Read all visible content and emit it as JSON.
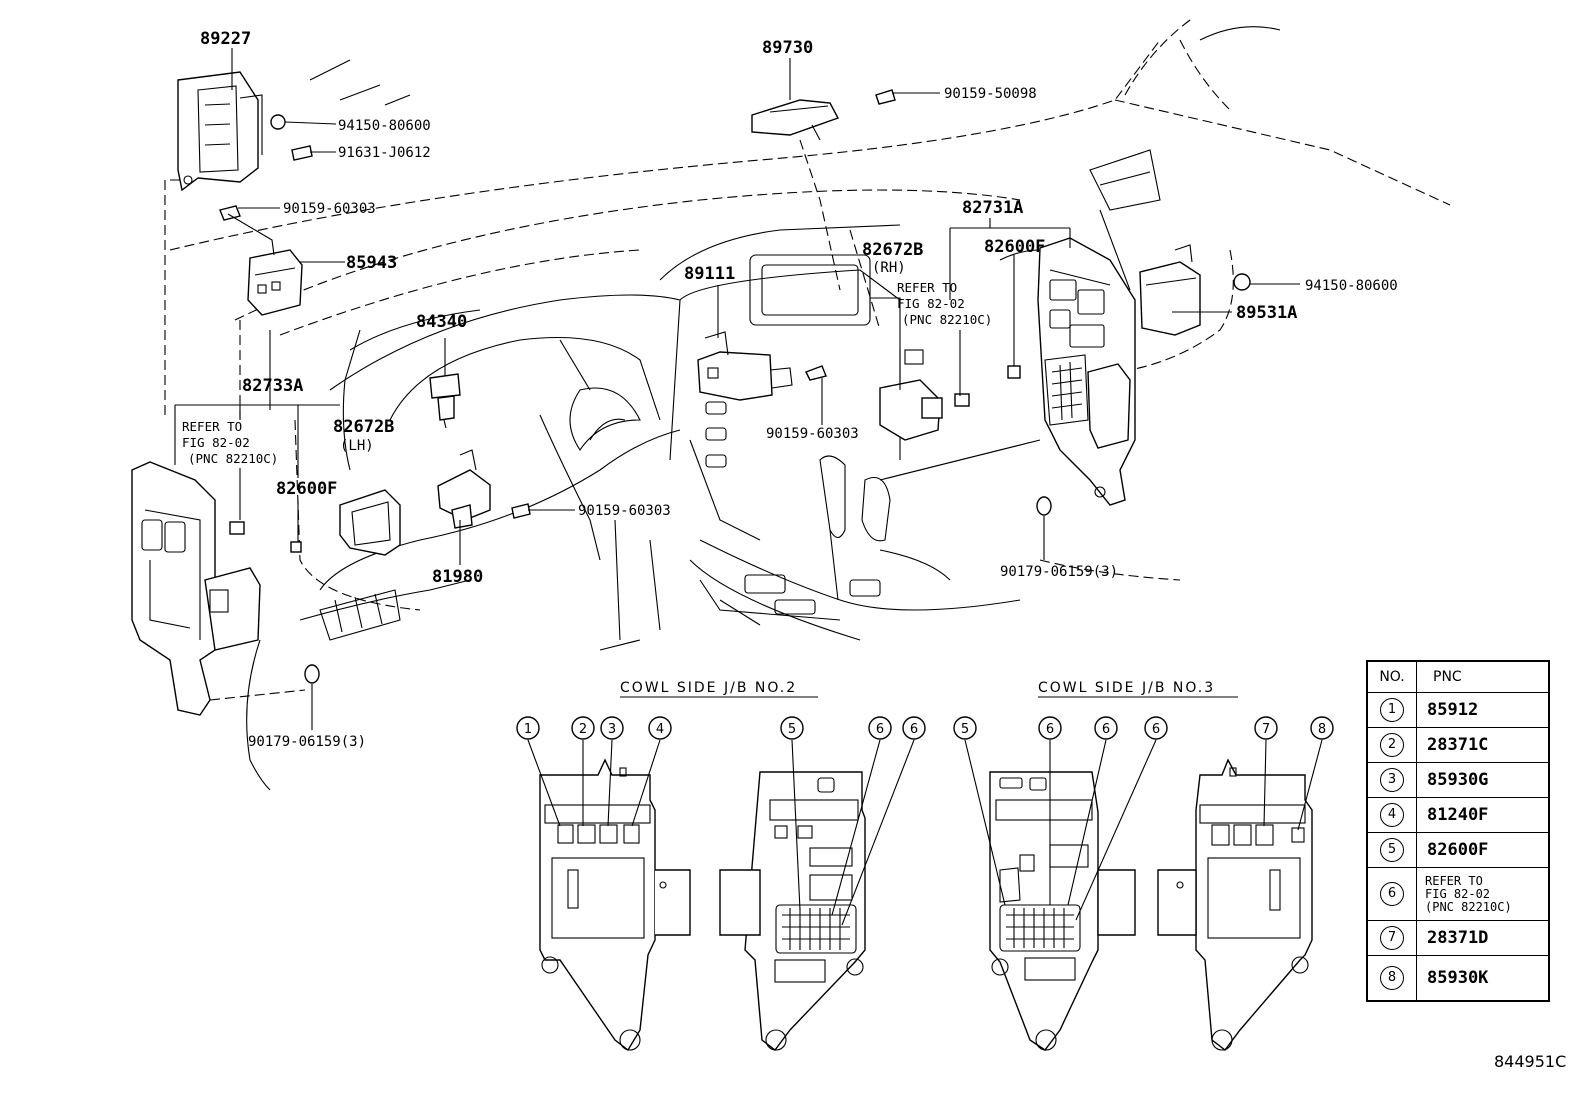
{
  "figure_id": "844951C",
  "part_labels": [
    {
      "key": "p89227",
      "text": "89227"
    },
    {
      "key": "p94150a",
      "text": "94150-80600"
    },
    {
      "key": "p91631",
      "text": "91631-J0612"
    },
    {
      "key": "p90159a",
      "text": "90159-60303"
    },
    {
      "key": "p85943",
      "text": "85943"
    },
    {
      "key": "p84340",
      "text": "84340"
    },
    {
      "key": "p82733A",
      "text": "82733A"
    },
    {
      "key": "p82672BLH",
      "text": "82672B"
    },
    {
      "key": "pLH",
      "text": "(LH)"
    },
    {
      "key": "p82600Fa",
      "text": "82600F"
    },
    {
      "key": "p90159b",
      "text": "90159-60303"
    },
    {
      "key": "p81980",
      "text": "81980"
    },
    {
      "key": "p90179a",
      "text": "90179-06159(3)"
    },
    {
      "key": "p89730",
      "text": "89730"
    },
    {
      "key": "p90159c",
      "text": "90159-50098"
    },
    {
      "key": "p89111",
      "text": "89111"
    },
    {
      "key": "p90159d",
      "text": "90159-60303"
    },
    {
      "key": "p82672BRH",
      "text": "82672B"
    },
    {
      "key": "pRH",
      "text": "(RH)"
    },
    {
      "key": "p82731A",
      "text": "82731A"
    },
    {
      "key": "p82600Fb",
      "text": "82600F"
    },
    {
      "key": "p94150b",
      "text": "94150-80600"
    },
    {
      "key": "p89531A",
      "text": "89531A"
    },
    {
      "key": "p90179b",
      "text": "90179-06159(3)"
    }
  ],
  "refer_note_left": [
    "REFER TO",
    "FIG 82-02",
    "(PNC 82210C)"
  ],
  "refer_note_right": [
    "REFER TO",
    "FIG 82-02",
    "(PNC 82210C)"
  ],
  "sections": {
    "jb2_title": "COWL SIDE J/B NO.2",
    "jb3_title": "COWL SIDE J/B NO.3",
    "jb2_callouts": [
      "1",
      "2",
      "3",
      "4",
      "5",
      "6",
      "6"
    ],
    "jb3_callouts": [
      "5",
      "6",
      "6",
      "6",
      "7",
      "8"
    ]
  },
  "table": {
    "header_no": "NO.",
    "header_pnc": "PNC",
    "rows": [
      {
        "no": "1",
        "pnc": "85912"
      },
      {
        "no": "2",
        "pnc": "28371C"
      },
      {
        "no": "3",
        "pnc": "85930G"
      },
      {
        "no": "4",
        "pnc": "81240F"
      },
      {
        "no": "5",
        "pnc": "82600F"
      },
      {
        "no": "6",
        "pnc_lines": [
          "REFER TO",
          "FIG 82-02",
          "(PNC 82210C)"
        ]
      },
      {
        "no": "7",
        "pnc": "28371D"
      },
      {
        "no": "8",
        "pnc": "85930K"
      }
    ]
  }
}
